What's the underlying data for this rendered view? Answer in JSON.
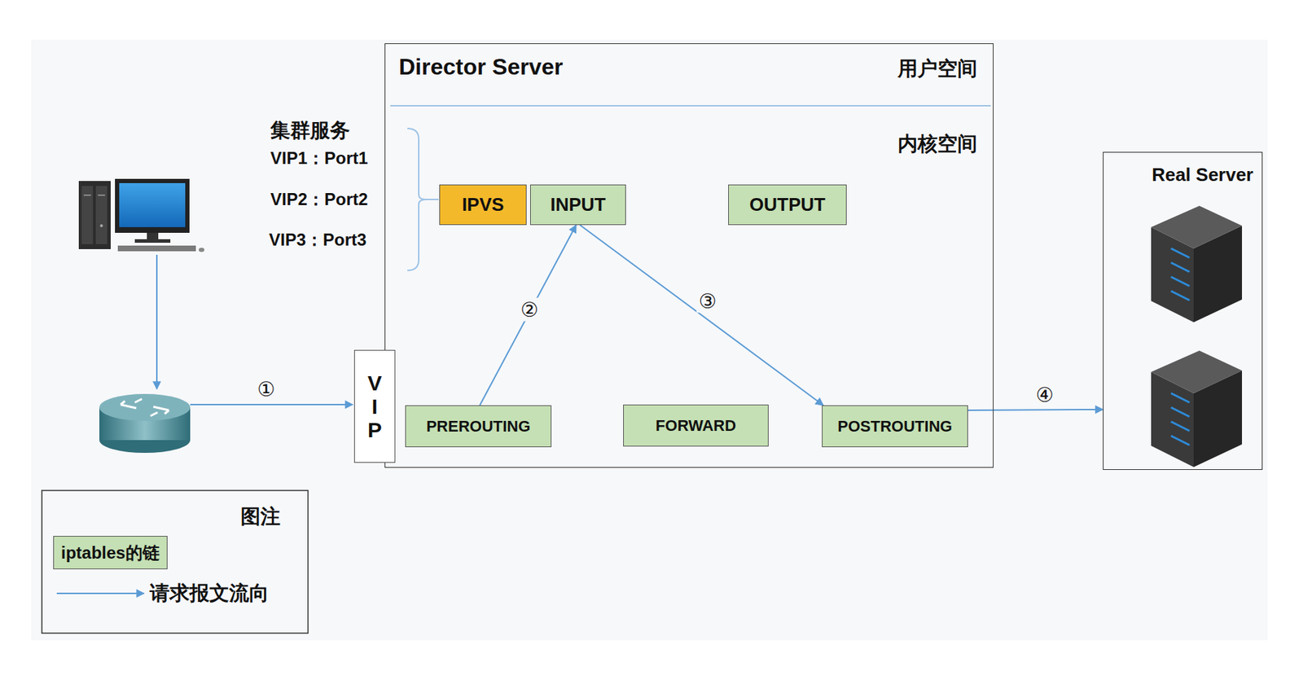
{
  "diagram": {
    "nodes": [
      {
        "text": [
          "Director Server",
          "用户空间",
          "内核空间"
        ]
      },
      {
        "text": [
          "IPVS"
        ],
        "in": 0
      },
      {
        "text": [
          "INPUT"
        ],
        "in": 0
      },
      {
        "text": [
          "OUTPUT"
        ],
        "in": 0
      },
      {
        "text": [
          "PREROUTING"
        ],
        "in": 0
      },
      {
        "text": [
          "FORWARD"
        ],
        "in": 0
      },
      {
        "text": [
          "POSTROUTING"
        ],
        "in": 0
      },
      {
        "text": [
          "VIP"
        ]
      },
      {
        "text": [
          "Real Server"
        ]
      }
    ],
    "edges": [
      {
        "from": 4,
        "to": 2,
        "label": "②",
        "arrow": "to"
      },
      {
        "from": 2,
        "to": 6,
        "label": "③",
        "arrow": "to"
      },
      {
        "from": 6,
        "to": 8,
        "label": "④",
        "arrow": "to"
      }
    ],
    "labels": [
      "集群服务",
      "VIP1：Port1",
      "VIP2：Port2",
      "VIP3：Port3",
      "①",
      "图注"
    ],
    "legend": [
      {
        "text": "iptables的链",
        "color": "#c5e0b4"
      },
      {
        "text": "请求报文流向"
      }
    ]
  }
}
